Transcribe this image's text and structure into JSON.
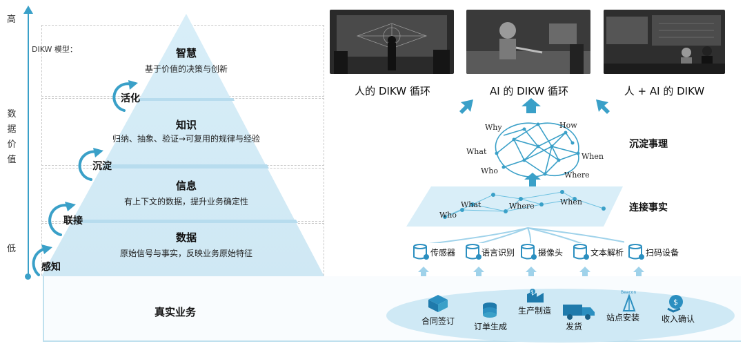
{
  "axis": {
    "high": "高",
    "low": "低",
    "value": [
      "数",
      "据",
      "价",
      "值"
    ]
  },
  "model_label": "DIKW 模型：",
  "pyramid": [
    {
      "title": "智慧",
      "desc": "基于价值的决策与创新"
    },
    {
      "title": "知识",
      "desc": "归纳、抽象、验证→可复用的规律与经验"
    },
    {
      "title": "信息",
      "desc": "有上下文的数据，提升业务确定性"
    },
    {
      "title": "数据",
      "desc": "原始信号与事实，反映业务原始特征"
    }
  ],
  "transitions": [
    "活化",
    "沉淀",
    "联接",
    "感知"
  ],
  "business": {
    "title": "真实业务",
    "items": [
      "合同签订",
      "订单生成",
      "生产制造",
      "发货",
      "站点安装",
      "收入确认"
    ],
    "tower_label": "Beacon"
  },
  "sources": [
    "传感器",
    "语言识别",
    "摄像头",
    "文本解析",
    "扫码设备"
  ],
  "right": {
    "captions": [
      "人的 DIKW 循环",
      "AI 的 DIKW 循环",
      "人 + AI 的 DIKW"
    ],
    "connect_label": "连接事实",
    "settle_label": "沉淀事理",
    "plane_words": [
      "Who",
      "What",
      "Where",
      "When"
    ],
    "brain_words": [
      "Why",
      "How",
      "What",
      "When",
      "Who",
      "Where"
    ]
  },
  "colors": {
    "accent": "#3aa0c8",
    "pyramid": "#cfe8f4",
    "band": "#bde0f0"
  }
}
